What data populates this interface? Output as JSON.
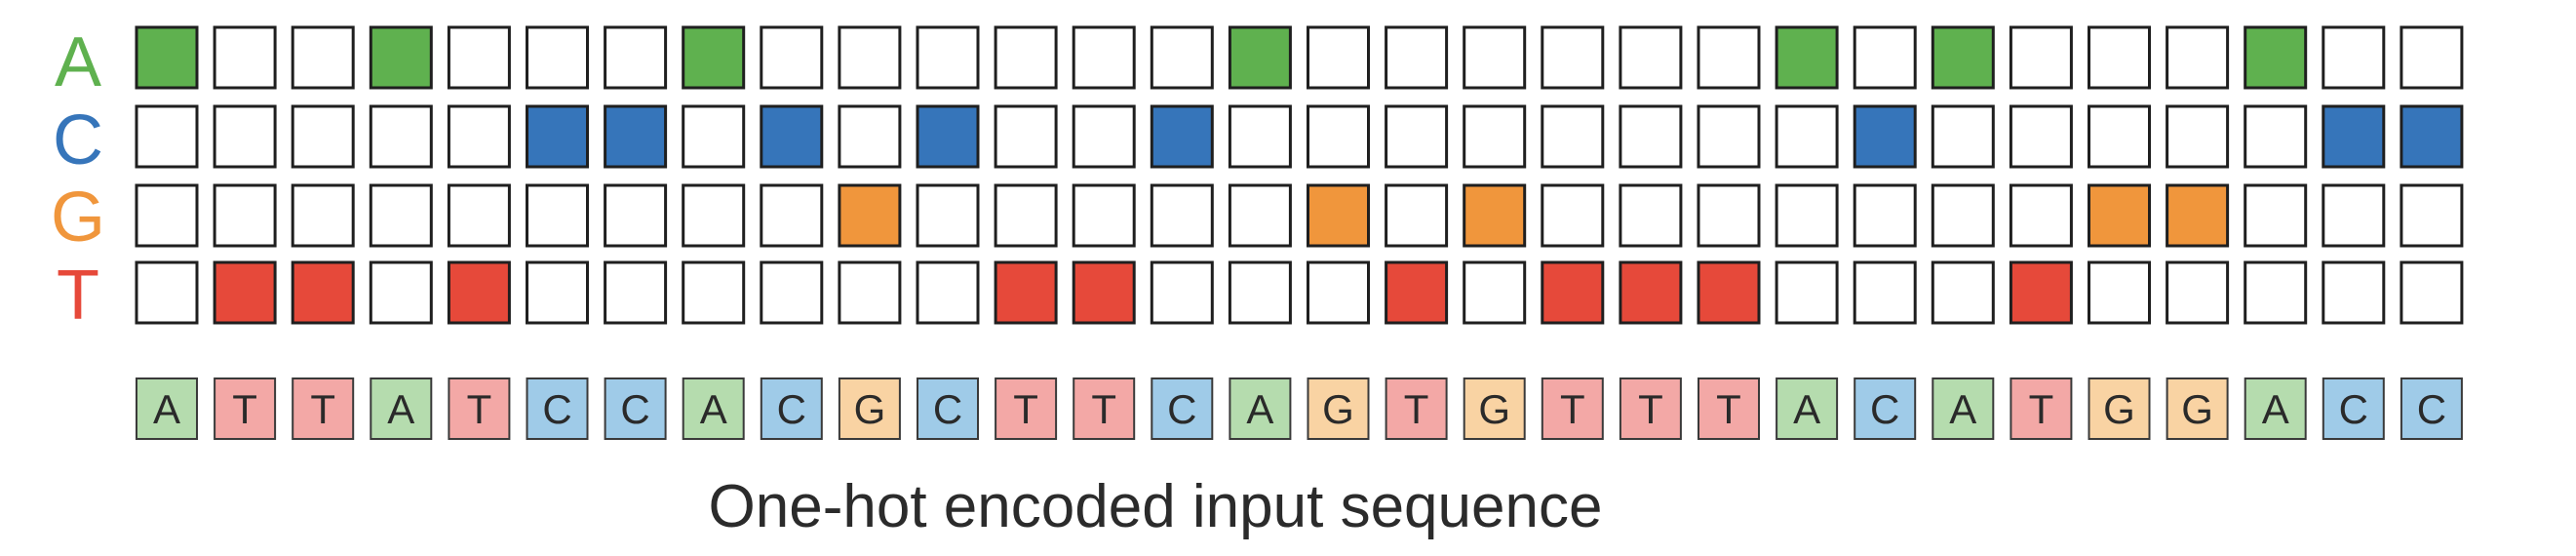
{
  "alphabet": [
    "A",
    "C",
    "G",
    "T"
  ],
  "sequence": [
    "A",
    "T",
    "T",
    "A",
    "T",
    "C",
    "C",
    "A",
    "C",
    "G",
    "C",
    "T",
    "T",
    "C",
    "A",
    "G",
    "T",
    "G",
    "T",
    "T",
    "T",
    "A",
    "C",
    "A",
    "T",
    "G",
    "G",
    "A",
    "C",
    "C"
  ],
  "caption": "One-hot encoded input sequence",
  "colors": {
    "A": {
      "strong": "#5fb14f",
      "light": "#b5dcae"
    },
    "C": {
      "strong": "#3675ba",
      "light": "#9fcbe8"
    },
    "G": {
      "strong": "#f0963c",
      "light": "#f9d3a3"
    },
    "T": {
      "strong": "#e6493a",
      "light": "#f3a8a6"
    },
    "empty": "#ffffff",
    "border": "#1f1f1f"
  }
}
